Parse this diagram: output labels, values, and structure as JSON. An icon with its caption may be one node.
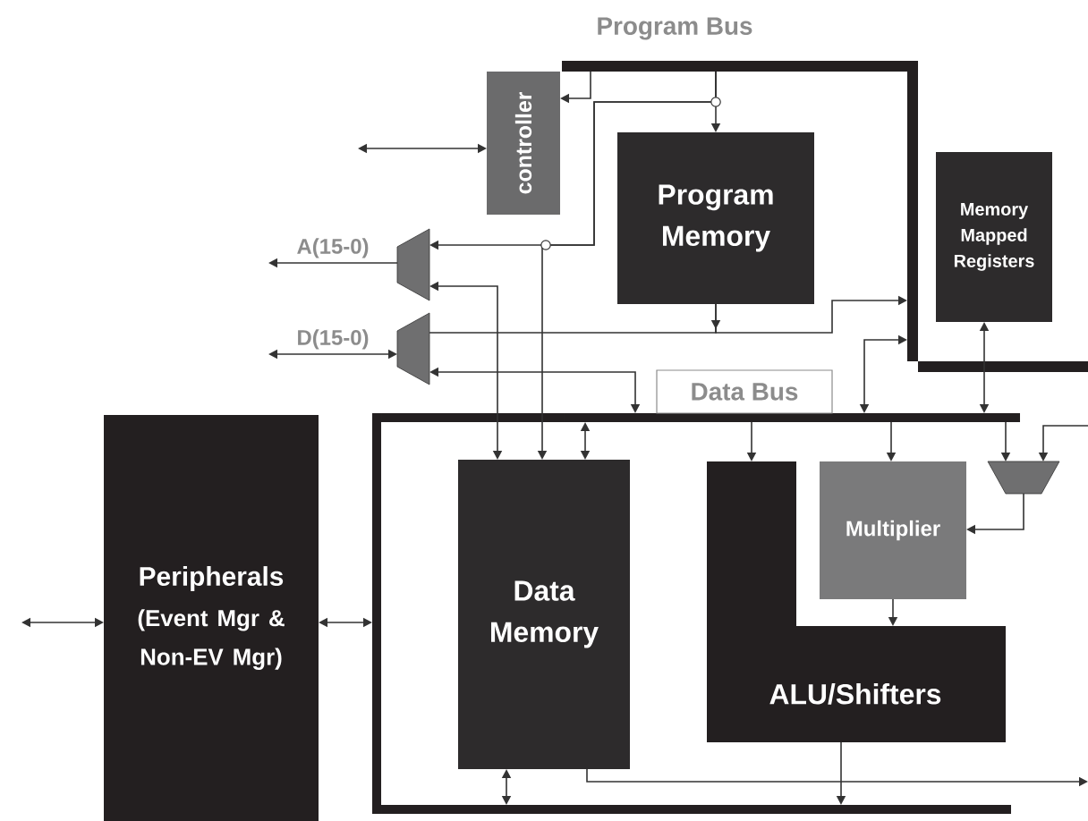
{
  "diagram": {
    "nodes": [
      {
        "text": [
          "Program Bus"
        ]
      },
      {
        "text": [
          "controller"
        ]
      },
      {
        "text": [
          "Program Memory"
        ]
      },
      {
        "text": [
          "Memory Mapped Registers"
        ]
      },
      {
        "text": [],
        "shape": "trapezoid"
      },
      {
        "text": [],
        "shape": "trapezoid"
      },
      {
        "text": [
          "Data Bus"
        ]
      },
      {
        "text": [
          "Peripherals",
          "(Event Mgr & Non-EV Mgr)"
        ]
      },
      {
        "text": [
          "Data Memory"
        ]
      },
      {
        "text": [
          "ALU/Shifters"
        ]
      },
      {
        "text": [
          "Multiplier"
        ]
      },
      {
        "text": [],
        "shape": "trapezoid"
      },
      {
        "text": [],
        "shape": "bar"
      },
      {
        "text": [],
        "shape": "bar"
      },
      {
        "text": [],
        "shape": "bar"
      }
    ],
    "edges": [
      {
        "from": 0,
        "to": 1,
        "arrow": "to"
      },
      {
        "from": 0,
        "to": 2,
        "arrow": "to"
      },
      {
        "from": null,
        "to": 1,
        "arrow": "both"
      },
      {
        "from": 0,
        "to": 4,
        "arrow": "to"
      },
      {
        "from": 0,
        "to": 8,
        "arrow": "to"
      },
      {
        "from": 4,
        "to": 8,
        "arrow": "both"
      },
      {
        "from": 4,
        "to": null,
        "arrow": "to",
        "label": "A(15-0)"
      },
      {
        "from": null,
        "to": 5,
        "arrow": "both",
        "label": "D(15-0)"
      },
      {
        "from": 2,
        "to": 5,
        "arrow": "to"
      },
      {
        "from": 2,
        "to": 13,
        "arrow": "to"
      },
      {
        "from": 5,
        "to": 6,
        "arrow": "both"
      },
      {
        "from": 6,
        "to": 13,
        "arrow": "both"
      },
      {
        "from": 3,
        "to": 6,
        "arrow": "both"
      },
      {
        "from": 6,
        "to": 8,
        "arrow": "both"
      },
      {
        "from": 6,
        "to": 9,
        "arrow": "to"
      },
      {
        "from": 6,
        "to": 10,
        "arrow": "to"
      },
      {
        "from": 6,
        "to": 11,
        "arrow": "to"
      },
      {
        "from": null,
        "to": 11,
        "arrow": "to"
      },
      {
        "from": 11,
        "to": 10,
        "arrow": "to"
      },
      {
        "from": 10,
        "to": 9,
        "arrow": "to"
      },
      {
        "from": 9,
        "to": 12,
        "arrow": "to"
      },
      {
        "from": 8,
        "to": null,
        "arrow": "to"
      },
      {
        "from": 8,
        "to": 12,
        "arrow": "both"
      },
      {
        "from": null,
        "to": 7,
        "arrow": "both"
      },
      {
        "from": 7,
        "to": 14,
        "arrow": "both"
      }
    ]
  }
}
